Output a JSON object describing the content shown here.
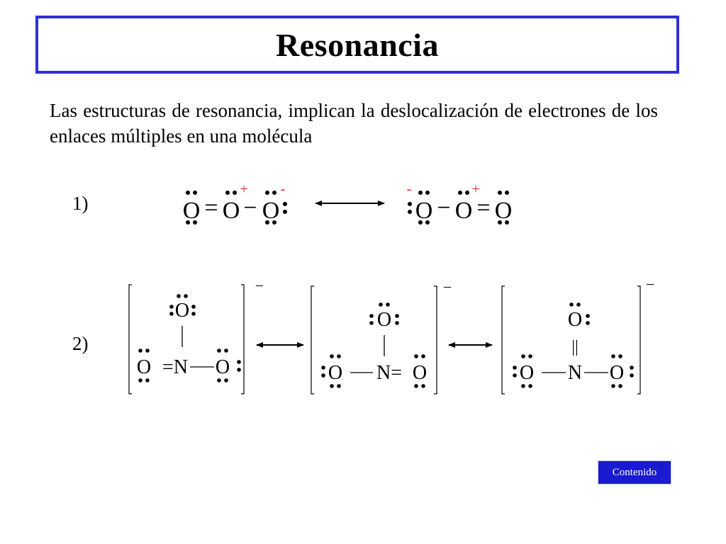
{
  "slide": {
    "title": "Resonancia",
    "intro": "Las estructuras de resonancia, implican la deslocalización de electrones de los enlaces múltiples en una molécula",
    "contenido_label": "Contenido"
  },
  "examples": [
    {
      "number": "1)",
      "structures": [
        {
          "atoms": [
            "O",
            "O",
            "O"
          ],
          "bonds": [
            "=",
            "−"
          ],
          "charges": [
            "+",
            "-"
          ]
        },
        {
          "atoms": [
            "O",
            "O",
            "O"
          ],
          "bonds": [
            "−",
            "="
          ],
          "charges": [
            "-",
            "+"
          ]
        }
      ]
    },
    {
      "number": "2)",
      "structures": [
        {
          "top_atom": "O",
          "bottom": [
            "O",
            "=N",
            "O"
          ],
          "bracket_charge": "–"
        },
        {
          "top_atom": "O",
          "bottom": [
            "O",
            "N=",
            "O"
          ],
          "bracket_charge": "–"
        },
        {
          "top_atom": "O",
          "vertical_bond": "||",
          "bottom": [
            "O",
            "N",
            "O"
          ],
          "bracket_charge": "–"
        }
      ]
    }
  ],
  "colors": {
    "title_border": "#2f2fd6",
    "charge": "#e02020",
    "button": "#1a1ad0"
  }
}
